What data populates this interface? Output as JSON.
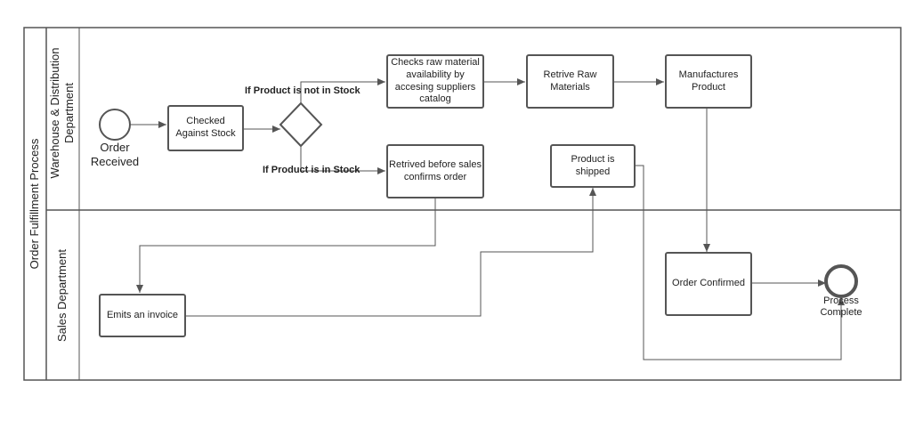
{
  "pool": {
    "title": "Order Fulfillment Process"
  },
  "lanes": {
    "warehouse": "Warehouse & Distribution\nDepartment",
    "sales": "Sales Department"
  },
  "events": {
    "start": "Order\nReceived",
    "end": "Process\nComplete"
  },
  "tasks": {
    "checked_stock": "Checked\nAgainst Stock",
    "checks_raw": "Checks raw material\navailability by\naccesing suppliers\ncatalog",
    "retrive_raw": "Retrive Raw\nMaterials",
    "manufactures": "Manufactures\nProduct",
    "retrived_sales": "Retrived before sales\nconfirms order",
    "shipped": "Product is shipped",
    "invoice": "Emits an invoice",
    "order_confirmed": "Order Confirmed"
  },
  "gateway_labels": {
    "not_in_stock": "If Product is not in Stock",
    "in_stock": "If Product is in Stock"
  },
  "colors": {
    "stroke": "#555555",
    "text": "#222222",
    "background": "#ffffff"
  }
}
